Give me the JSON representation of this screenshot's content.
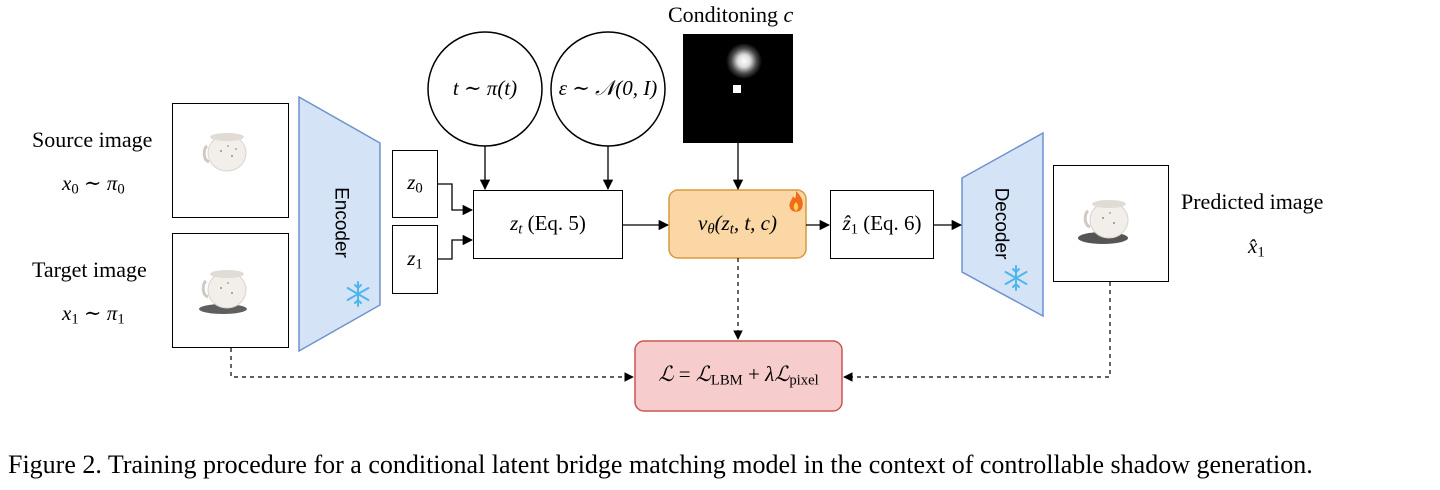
{
  "conditioning_label": "Conditoning",
  "conditioning_var": "c",
  "source": {
    "title": "Source image",
    "dist_var": "x",
    "dist_sub": "0",
    "dist_rel": "∼",
    "dist_pi": "π",
    "dist_pi_sub": "0"
  },
  "target": {
    "title": "Target image",
    "dist_var": "x",
    "dist_sub": "1",
    "dist_rel": "∼",
    "dist_pi": "π",
    "dist_pi_sub": "1"
  },
  "encoder": {
    "label": "Encoder",
    "frozen_icon": "snowflake-icon"
  },
  "decoder": {
    "label": "Decoder",
    "frozen_icon": "snowflake-icon"
  },
  "z0": {
    "var": "z",
    "sub": "0"
  },
  "z1": {
    "var": "z",
    "sub": "1"
  },
  "zt": {
    "var": "z",
    "sub": "t",
    "ref": "(Eq. 5)"
  },
  "time_sampling": {
    "var": "t",
    "rel": "∼",
    "dist": "π(t)"
  },
  "noise_sampling": {
    "var": "ε",
    "rel": "∼",
    "dist": "𝒩(0, I)"
  },
  "model": {
    "label": "v",
    "sub": "θ",
    "args": "(z",
    "args_sub": "t",
    "args_tail": ", t, c)",
    "trainable_icon": "flame-icon"
  },
  "zhat": {
    "var": "ẑ",
    "sub": "1",
    "ref": "(Eq. 6)"
  },
  "predicted": {
    "title": "Predicted image",
    "var": "x̂",
    "sub": "1"
  },
  "loss": {
    "lhs": "ℒ",
    "eq": "=",
    "term1": "ℒ",
    "term1_sub": "LBM",
    "plus": "+",
    "lambda": "λ",
    "term2": "ℒ",
    "term2_sub": "pixel"
  },
  "caption": "Figure 2. Training procedure for a conditional latent bridge matching model in the context of controllable shadow generation.",
  "colors": {
    "encoder_fill": "#d5e3f7",
    "encoder_stroke": "#6d92cf",
    "model_fill": "#fbd7a5",
    "model_stroke": "#d79a3c",
    "loss_fill": "#f6cccc",
    "loss_stroke": "#cc5555",
    "snowflake": "#4eb6ea",
    "flame": "#f26a1b"
  }
}
